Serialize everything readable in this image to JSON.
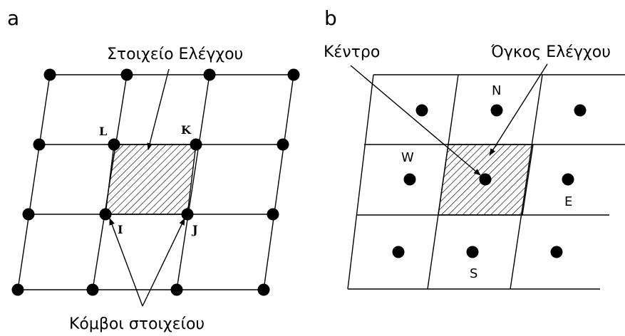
{
  "panel_a": {
    "letter": "a",
    "control_element_label": "Στοιχείο Ελέγχου",
    "element_nodes_label": "Κόμβοι στοιχείου",
    "node_labels": {
      "L": "L",
      "K": "K",
      "I": "I",
      "J": "J"
    }
  },
  "panel_b": {
    "letter": "b",
    "center_label": "Κέντρο",
    "control_volume_label": "Όγκος Ελέγχου",
    "neighbor_labels": {
      "N": "N",
      "S": "S",
      "E": "E",
      "W": "W"
    }
  },
  "colors": {
    "ink": "#000000",
    "background": "#ffffff"
  }
}
